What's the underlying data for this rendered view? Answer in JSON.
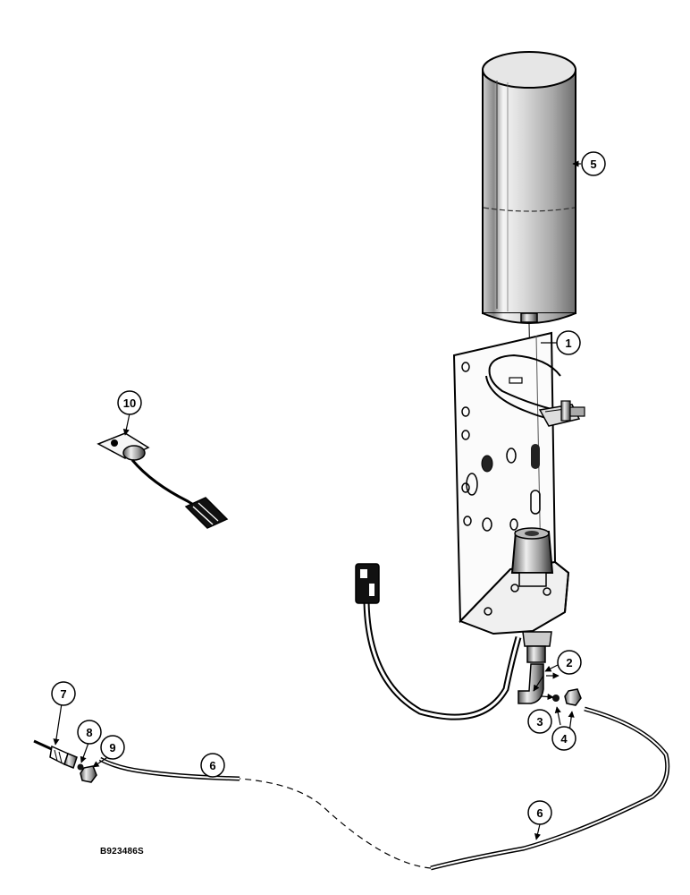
{
  "figure_id": "B923486S",
  "callouts": [
    {
      "id": "c1",
      "label": "1"
    },
    {
      "id": "c2",
      "label": "2"
    },
    {
      "id": "c3",
      "label": "3"
    },
    {
      "id": "c4",
      "label": "4"
    },
    {
      "id": "c5",
      "label": "5"
    },
    {
      "id": "c6a",
      "label": "6"
    },
    {
      "id": "c6b",
      "label": "6"
    },
    {
      "id": "c7",
      "label": "7"
    },
    {
      "id": "c8",
      "label": "8"
    },
    {
      "id": "c9",
      "label": "9"
    },
    {
      "id": "c10",
      "label": "10"
    }
  ]
}
